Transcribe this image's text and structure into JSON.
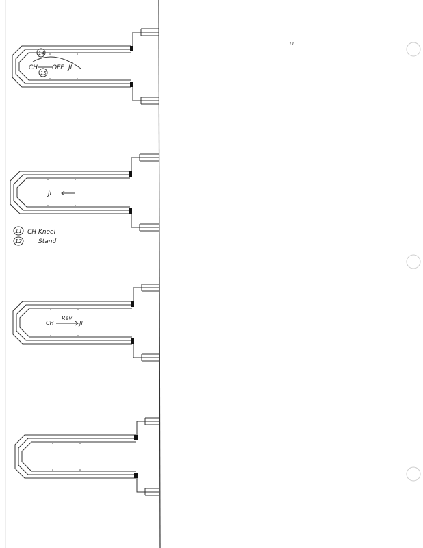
{
  "units": [
    {
      "id": "unit-1",
      "labels": {
        "from": "CH",
        "action": "OFF",
        "to": "JL",
        "mark_a": "14",
        "mark_b": "15"
      }
    },
    {
      "id": "unit-2",
      "labels": {
        "to": "JL"
      }
    },
    {
      "id": "unit-3",
      "labels": {
        "from": "CH",
        "action": "Rev",
        "to": "JL"
      }
    },
    {
      "id": "unit-4",
      "labels": {}
    }
  ],
  "legend": [
    {
      "num": "11",
      "text": "CH Kneel"
    },
    {
      "num": "12",
      "text": "Stand"
    }
  ],
  "top_mark": "11"
}
